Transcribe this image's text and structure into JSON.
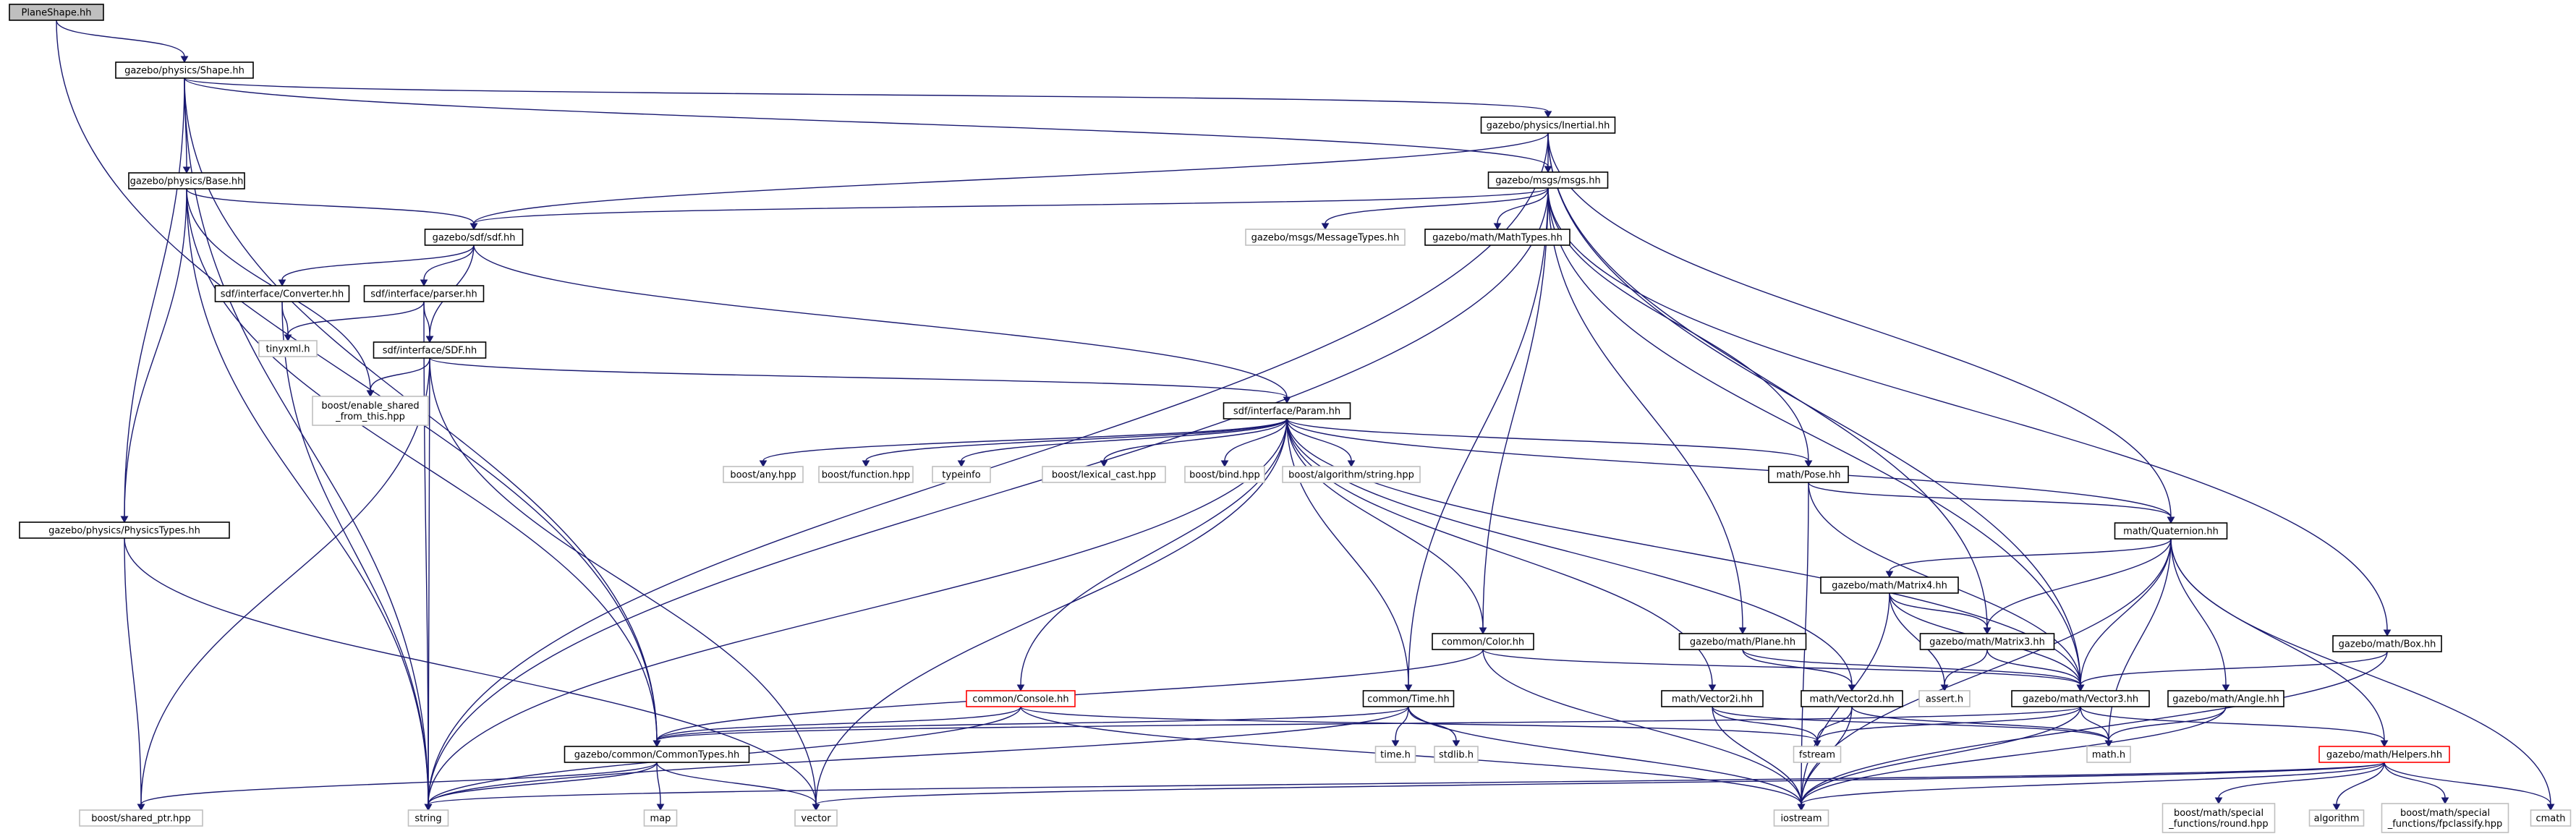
{
  "nodes": [
    {
      "id": "planeshape",
      "label": "PlaneShape.hh",
      "style": "root"
    },
    {
      "id": "shape",
      "label": "gazebo/physics/Shape.hh",
      "style": "normal"
    },
    {
      "id": "inertial",
      "label": "gazebo/physics/Inertial.hh",
      "style": "normal"
    },
    {
      "id": "msgs",
      "label": "gazebo/msgs/msgs.hh",
      "style": "normal"
    },
    {
      "id": "base",
      "label": "gazebo/physics/Base.hh",
      "style": "normal"
    },
    {
      "id": "sdf",
      "label": "gazebo/sdf/sdf.hh",
      "style": "normal"
    },
    {
      "id": "msgtypes",
      "label": "gazebo/msgs/MessageTypes.hh",
      "style": "ext"
    },
    {
      "id": "mathtypes",
      "label": "gazebo/math/MathTypes.hh",
      "style": "normal"
    },
    {
      "id": "converter",
      "label": "sdf/interface/Converter.hh",
      "style": "normal"
    },
    {
      "id": "parser",
      "label": "sdf/interface/parser.hh",
      "style": "normal"
    },
    {
      "id": "tinyxml",
      "label": "tinyxml.h",
      "style": "ext"
    },
    {
      "id": "sdfsdf",
      "label": "sdf/interface/SDF.hh",
      "style": "normal"
    },
    {
      "id": "enableshared",
      "label": [
        "boost/enable_shared",
        "_from_this.hpp"
      ],
      "style": "ext"
    },
    {
      "id": "param",
      "label": "sdf/interface/Param.hh",
      "style": "normal"
    },
    {
      "id": "boostany",
      "label": "boost/any.hpp",
      "style": "ext"
    },
    {
      "id": "boostfunction",
      "label": "boost/function.hpp",
      "style": "ext"
    },
    {
      "id": "typeinfo",
      "label": "typeinfo",
      "style": "ext"
    },
    {
      "id": "lexicalcast",
      "label": "boost/lexical_cast.hpp",
      "style": "ext"
    },
    {
      "id": "boostbind",
      "label": "boost/bind.hpp",
      "style": "ext"
    },
    {
      "id": "algostring",
      "label": "boost/algorithm/string.hpp",
      "style": "ext"
    },
    {
      "id": "pose",
      "label": "math/Pose.hh",
      "style": "normal"
    },
    {
      "id": "physicstypes",
      "label": "gazebo/physics/PhysicsTypes.hh",
      "style": "normal"
    },
    {
      "id": "quaternion",
      "label": "math/Quaternion.hh",
      "style": "normal"
    },
    {
      "id": "matrix4",
      "label": "gazebo/math/Matrix4.hh",
      "style": "normal"
    },
    {
      "id": "plane",
      "label": "gazebo/math/Plane.hh",
      "style": "normal"
    },
    {
      "id": "color",
      "label": "common/Color.hh",
      "style": "normal"
    },
    {
      "id": "matrix3",
      "label": "gazebo/math/Matrix3.hh",
      "style": "normal"
    },
    {
      "id": "box",
      "label": "gazebo/math/Box.hh",
      "style": "normal"
    },
    {
      "id": "console",
      "label": "common/Console.hh",
      "style": "red"
    },
    {
      "id": "time",
      "label": "common/Time.hh",
      "style": "normal"
    },
    {
      "id": "vector2i",
      "label": "math/Vector2i.hh",
      "style": "normal"
    },
    {
      "id": "vector2d",
      "label": "math/Vector2d.hh",
      "style": "normal"
    },
    {
      "id": "asserth",
      "label": "assert.h",
      "style": "ext"
    },
    {
      "id": "vector3",
      "label": "gazebo/math/Vector3.hh",
      "style": "normal"
    },
    {
      "id": "angle",
      "label": "gazebo/math/Angle.hh",
      "style": "normal"
    },
    {
      "id": "commontypes",
      "label": "gazebo/common/CommonTypes.hh",
      "style": "normal"
    },
    {
      "id": "timeh",
      "label": "time.h",
      "style": "ext"
    },
    {
      "id": "stdlib",
      "label": "stdlib.h",
      "style": "ext"
    },
    {
      "id": "fstream",
      "label": "fstream",
      "style": "ext"
    },
    {
      "id": "mathh",
      "label": "math.h",
      "style": "ext"
    },
    {
      "id": "helpers",
      "label": "gazebo/math/Helpers.hh",
      "style": "red"
    },
    {
      "id": "sharedptr",
      "label": "boost/shared_ptr.hpp",
      "style": "ext"
    },
    {
      "id": "string",
      "label": "string",
      "style": "ext"
    },
    {
      "id": "map",
      "label": "map",
      "style": "ext"
    },
    {
      "id": "vector",
      "label": "vector",
      "style": "ext"
    },
    {
      "id": "iostream",
      "label": "iostream",
      "style": "ext"
    },
    {
      "id": "specialround",
      "label": [
        "boost/math/special",
        "_functions/round.hpp"
      ],
      "style": "ext"
    },
    {
      "id": "algorithm",
      "label": "algorithm",
      "style": "ext"
    },
    {
      "id": "fpclassify",
      "label": [
        "boost/math/special",
        "_functions/fpclassify.hpp"
      ],
      "style": "ext"
    },
    {
      "id": "cmath",
      "label": "cmath",
      "style": "ext"
    }
  ],
  "edges": [
    [
      "planeshape",
      "shape"
    ],
    [
      "planeshape",
      "commontypes"
    ],
    [
      "shape",
      "base"
    ],
    [
      "shape",
      "inertial"
    ],
    [
      "shape",
      "msgs"
    ],
    [
      "shape",
      "commontypes"
    ],
    [
      "shape",
      "physicstypes"
    ],
    [
      "shape",
      "string"
    ],
    [
      "inertial",
      "sdf"
    ],
    [
      "inertial",
      "msgs"
    ],
    [
      "inertial",
      "quaternion"
    ],
    [
      "inertial",
      "vector3"
    ],
    [
      "inertial",
      "matrix3"
    ],
    [
      "inertial",
      "string"
    ],
    [
      "msgs",
      "msgtypes"
    ],
    [
      "msgs",
      "mathtypes"
    ],
    [
      "msgs",
      "sdf"
    ],
    [
      "msgs",
      "pose"
    ],
    [
      "msgs",
      "plane"
    ],
    [
      "msgs",
      "box"
    ],
    [
      "msgs",
      "vector3"
    ],
    [
      "msgs",
      "color"
    ],
    [
      "msgs",
      "time"
    ],
    [
      "msgs",
      "string"
    ],
    [
      "base",
      "sdf"
    ],
    [
      "base",
      "commontypes"
    ],
    [
      "base",
      "physicstypes"
    ],
    [
      "base",
      "enableshared"
    ],
    [
      "base",
      "string"
    ],
    [
      "sdf",
      "converter"
    ],
    [
      "sdf",
      "parser"
    ],
    [
      "sdf",
      "sdfsdf"
    ],
    [
      "sdf",
      "param"
    ],
    [
      "converter",
      "tinyxml"
    ],
    [
      "converter",
      "string"
    ],
    [
      "parser",
      "tinyxml"
    ],
    [
      "parser",
      "sdfsdf"
    ],
    [
      "parser",
      "string"
    ],
    [
      "sdfsdf",
      "enableshared"
    ],
    [
      "sdfsdf",
      "param"
    ],
    [
      "sdfsdf",
      "sharedptr"
    ],
    [
      "sdfsdf",
      "vector"
    ],
    [
      "sdfsdf",
      "string"
    ],
    [
      "param",
      "boostany"
    ],
    [
      "param",
      "boostfunction"
    ],
    [
      "param",
      "typeinfo"
    ],
    [
      "param",
      "lexicalcast"
    ],
    [
      "param",
      "boostbind"
    ],
    [
      "param",
      "algostring"
    ],
    [
      "param",
      "pose"
    ],
    [
      "param",
      "quaternion"
    ],
    [
      "param",
      "console"
    ],
    [
      "param",
      "color"
    ],
    [
      "param",
      "time"
    ],
    [
      "param",
      "vector2i"
    ],
    [
      "param",
      "vector2d"
    ],
    [
      "param",
      "vector3"
    ],
    [
      "param",
      "string"
    ],
    [
      "param",
      "vector"
    ],
    [
      "pose",
      "quaternion"
    ],
    [
      "pose",
      "vector3"
    ],
    [
      "pose",
      "iostream"
    ],
    [
      "physicstypes",
      "sharedptr"
    ],
    [
      "physicstypes",
      "vector"
    ],
    [
      "quaternion",
      "matrix4"
    ],
    [
      "quaternion",
      "matrix3"
    ],
    [
      "quaternion",
      "vector3"
    ],
    [
      "quaternion",
      "angle"
    ],
    [
      "quaternion",
      "helpers"
    ],
    [
      "quaternion",
      "mathh"
    ],
    [
      "quaternion",
      "iostream"
    ],
    [
      "quaternion",
      "cmath"
    ],
    [
      "matrix4",
      "matrix3"
    ],
    [
      "matrix4",
      "vector3"
    ],
    [
      "matrix4",
      "asserth"
    ],
    [
      "matrix4",
      "iostream"
    ],
    [
      "plane",
      "vector2d"
    ],
    [
      "plane",
      "vector3"
    ],
    [
      "color",
      "commontypes"
    ],
    [
      "color",
      "vector3"
    ],
    [
      "color",
      "iostream"
    ],
    [
      "matrix3",
      "vector3"
    ],
    [
      "matrix3",
      "asserth"
    ],
    [
      "box",
      "vector3"
    ],
    [
      "box",
      "iostream"
    ],
    [
      "console",
      "commontypes"
    ],
    [
      "console",
      "fstream"
    ],
    [
      "console",
      "iostream"
    ],
    [
      "console",
      "string"
    ],
    [
      "time",
      "commontypes"
    ],
    [
      "time",
      "timeh"
    ],
    [
      "time",
      "stdlib"
    ],
    [
      "time",
      "iostream"
    ],
    [
      "time",
      "string"
    ],
    [
      "vector2i",
      "fstream"
    ],
    [
      "vector2i",
      "mathh"
    ],
    [
      "vector2i",
      "iostream"
    ],
    [
      "vector2d",
      "fstream"
    ],
    [
      "vector2d",
      "mathh"
    ],
    [
      "vector2d",
      "iostream"
    ],
    [
      "vector3",
      "helpers"
    ],
    [
      "vector3",
      "mathh"
    ],
    [
      "vector3",
      "fstream"
    ],
    [
      "vector3",
      "iostream"
    ],
    [
      "vector3",
      "commontypes"
    ],
    [
      "angle",
      "mathh"
    ],
    [
      "angle",
      "iostream"
    ],
    [
      "commontypes",
      "sharedptr"
    ],
    [
      "commontypes",
      "string"
    ],
    [
      "commontypes",
      "map"
    ],
    [
      "commontypes",
      "vector"
    ],
    [
      "helpers",
      "specialround"
    ],
    [
      "helpers",
      "algorithm"
    ],
    [
      "helpers",
      "fpclassify"
    ],
    [
      "helpers",
      "cmath"
    ],
    [
      "helpers",
      "string"
    ],
    [
      "helpers",
      "vector"
    ],
    [
      "helpers",
      "iostream"
    ]
  ]
}
